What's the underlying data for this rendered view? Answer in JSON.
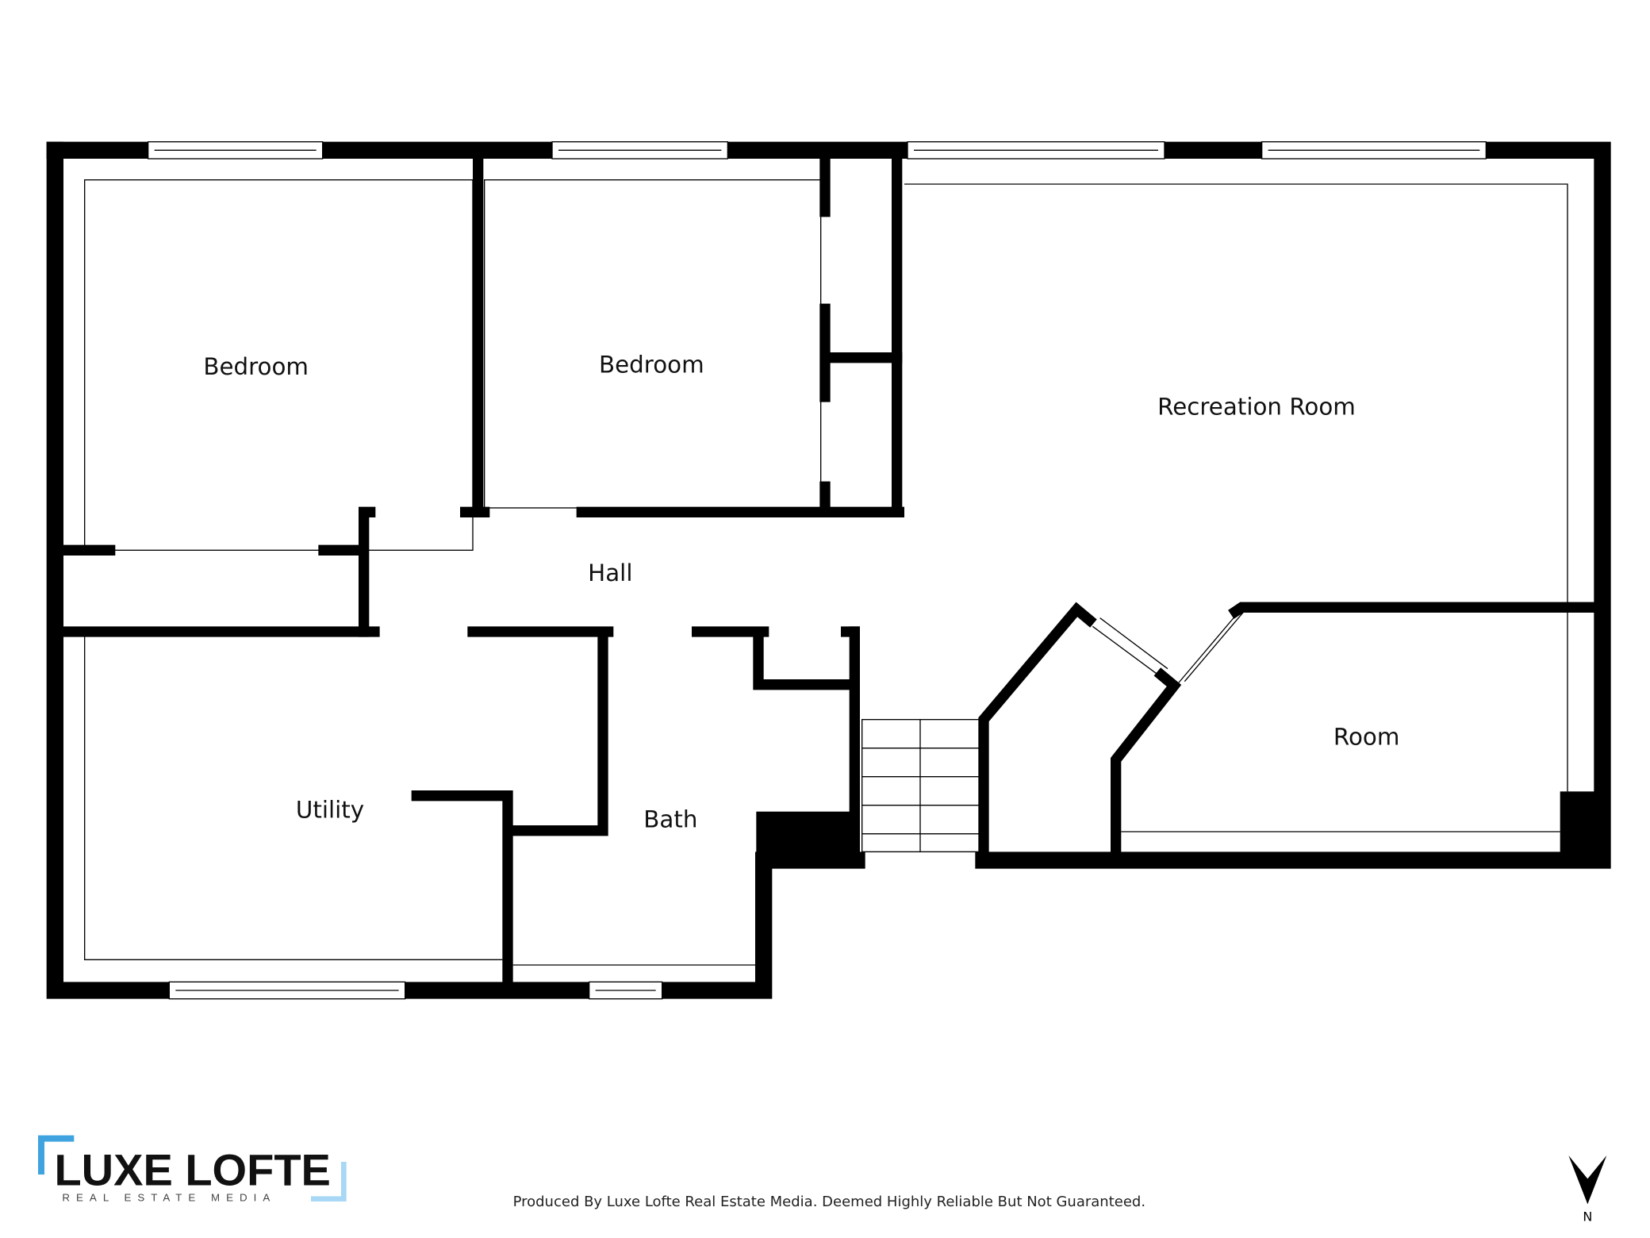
{
  "rooms": {
    "bedroom_1": "Bedroom",
    "bedroom_2": "Bedroom",
    "recreation_room": "Recreation Room",
    "hall": "Hall",
    "utility": "Utility",
    "bath": "Bath",
    "room": "Room"
  },
  "branding": {
    "logo_text": "LUXE LOFTE",
    "logo_subtitle": "REAL ESTATE MEDIA",
    "accent_color": "#3fa3e0"
  },
  "footer": {
    "disclaimer": "Produced By Luxe Lofte Real Estate Media. Deemed Highly Reliable But Not Guaranteed."
  },
  "compass": {
    "label": "N"
  }
}
